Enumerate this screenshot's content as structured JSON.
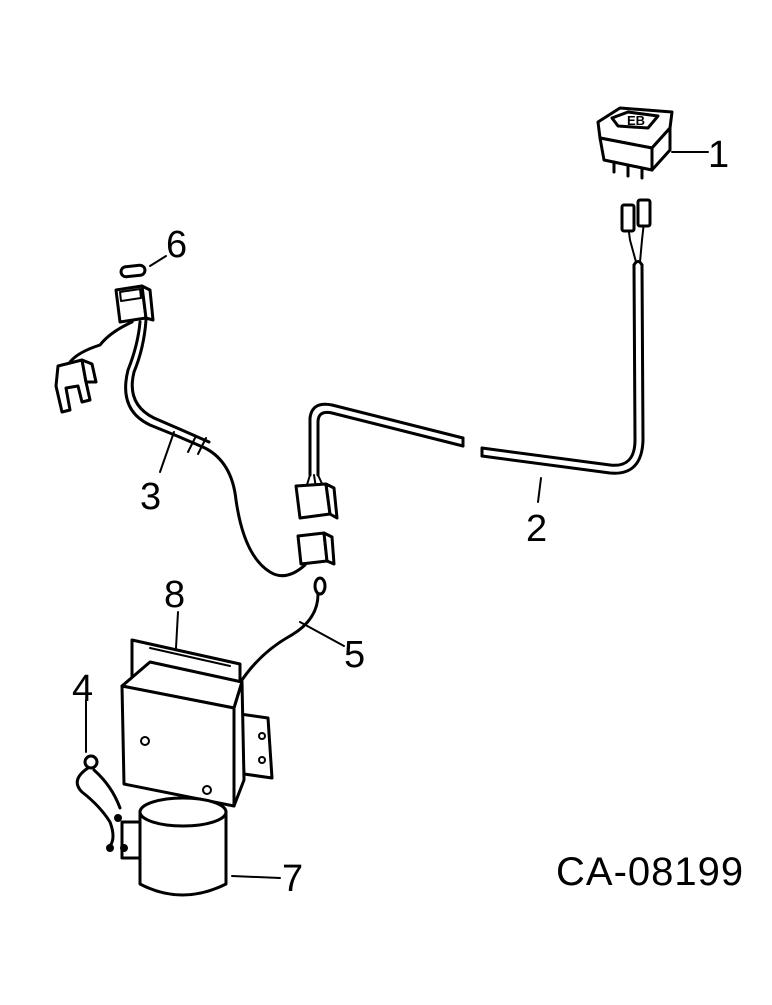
{
  "diagram": {
    "drawing_code": "CA-08199",
    "callouts": [
      {
        "id": "1",
        "text": "1"
      },
      {
        "id": "2",
        "text": "2"
      },
      {
        "id": "3",
        "text": "3"
      },
      {
        "id": "4",
        "text": "4"
      },
      {
        "id": "5",
        "text": "5"
      },
      {
        "id": "6",
        "text": "6"
      },
      {
        "id": "7",
        "text": "7"
      },
      {
        "id": "8",
        "text": "8"
      }
    ]
  }
}
